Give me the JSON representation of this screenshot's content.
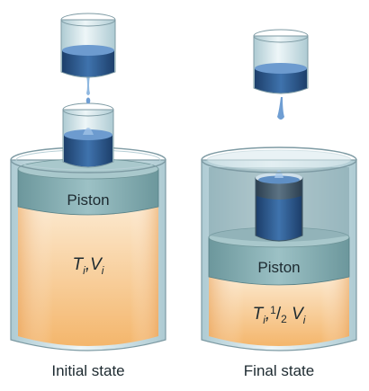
{
  "left": {
    "piston_label": "Piston",
    "state_main": "T",
    "state_sub": "i",
    "state_rest": ",V",
    "state_rest_sub": "i",
    "caption": "Initial state"
  },
  "right": {
    "piston_label": "Piston",
    "state_main": "T",
    "state_sub": "i",
    "state_comma": ",",
    "fraction_num": "1",
    "fraction_slash": "/",
    "fraction_den": "2",
    "state_v": " V",
    "state_v_sub": "i",
    "caption": "Final state"
  },
  "colors": {
    "gas": "#f7c98b",
    "piston": "#7fa9ae",
    "water": "#2f5f94",
    "glass": "#cfe0e6"
  }
}
